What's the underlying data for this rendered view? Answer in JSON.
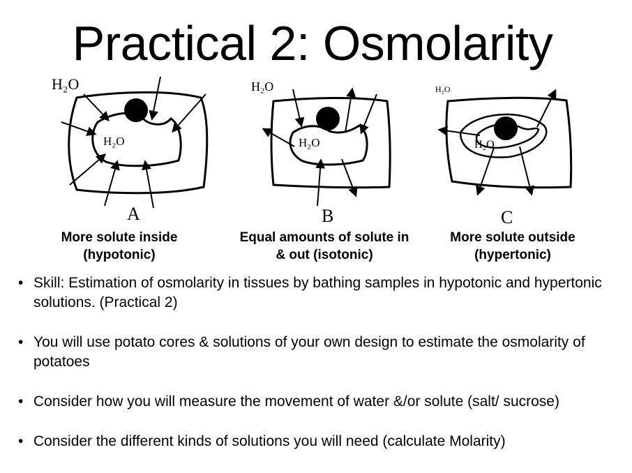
{
  "slide": {
    "title": "Practical 2: Osmolarity"
  },
  "diagrams": [
    {
      "letter": "A",
      "outer_label": "H₂O",
      "inner_label": "H₂O",
      "caption_line1": "More solute inside",
      "caption_line2": "(hypotonic)"
    },
    {
      "letter": "B",
      "outer_label": "H₂O",
      "inner_label": "H₂O",
      "caption_line1": "Equal amounts of solute in",
      "caption_line2": "& out (isotonic)"
    },
    {
      "letter": "C",
      "outer_label": "H₂O",
      "inner_label": "H₂O",
      "caption_line1": "More solute outside",
      "caption_line2": "(hypertonic)"
    }
  ],
  "bullets": [
    {
      "marker": "•",
      "text": "Skill: Estimation of osmolarity in tissues by bathing samples in hypotonic and hypertonic solutions. (Practical 2)"
    },
    {
      "marker": "•",
      "text": "You will use potato cores & solutions of your own design to estimate the osmolarity of potatoes"
    },
    {
      "marker": "•",
      "text": "Consider how you will measure the movement of water &/or solute (salt/ sucrose)"
    },
    {
      "marker": "•",
      "text": "Consider the different kinds of solutions you will need (calculate Molarity)"
    }
  ]
}
